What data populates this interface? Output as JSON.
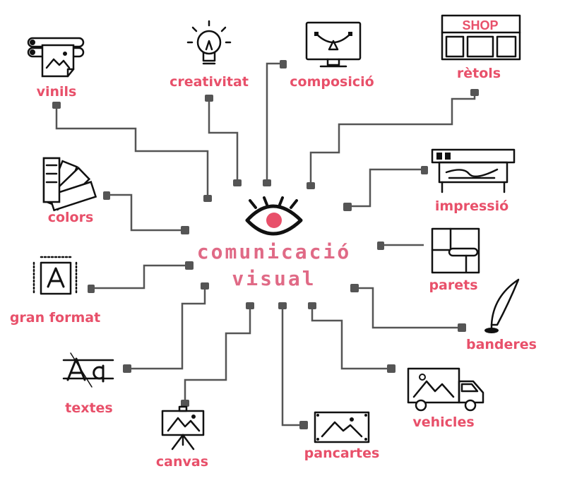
{
  "center": {
    "line1": "comunicació",
    "line2": "visual"
  },
  "shop_sign": "SHOP",
  "nodes": {
    "vinils": "vinils",
    "creativitat": "creativitat",
    "composicio": "composició",
    "retols": "rètols",
    "colors": "colors",
    "impressio": "impressió",
    "gran_format": "gran format",
    "parets": "parets",
    "banderes": "banderes",
    "textes": "textes",
    "vehicles": "vehicles",
    "canvas": "canvas",
    "pancartes": "pancartes"
  },
  "colors": {
    "accent": "#e8506a",
    "wire": "#555555",
    "icon": "#111111"
  },
  "icons": {
    "vinils": "vinyl-roll-icon",
    "creativitat": "lightbulb-icon",
    "composicio": "monitor-pen-icon",
    "retols": "shop-front-icon",
    "colors": "color-swatch-icon",
    "impressio": "printer-icon",
    "gran_format": "large-format-icon",
    "parets": "wallpaper-roll-icon",
    "banderes": "flag-banner-icon",
    "textes": "typography-icon",
    "vehicles": "truck-icon",
    "canvas": "easel-icon",
    "pancartes": "banner-image-icon",
    "center": "eye-icon"
  }
}
